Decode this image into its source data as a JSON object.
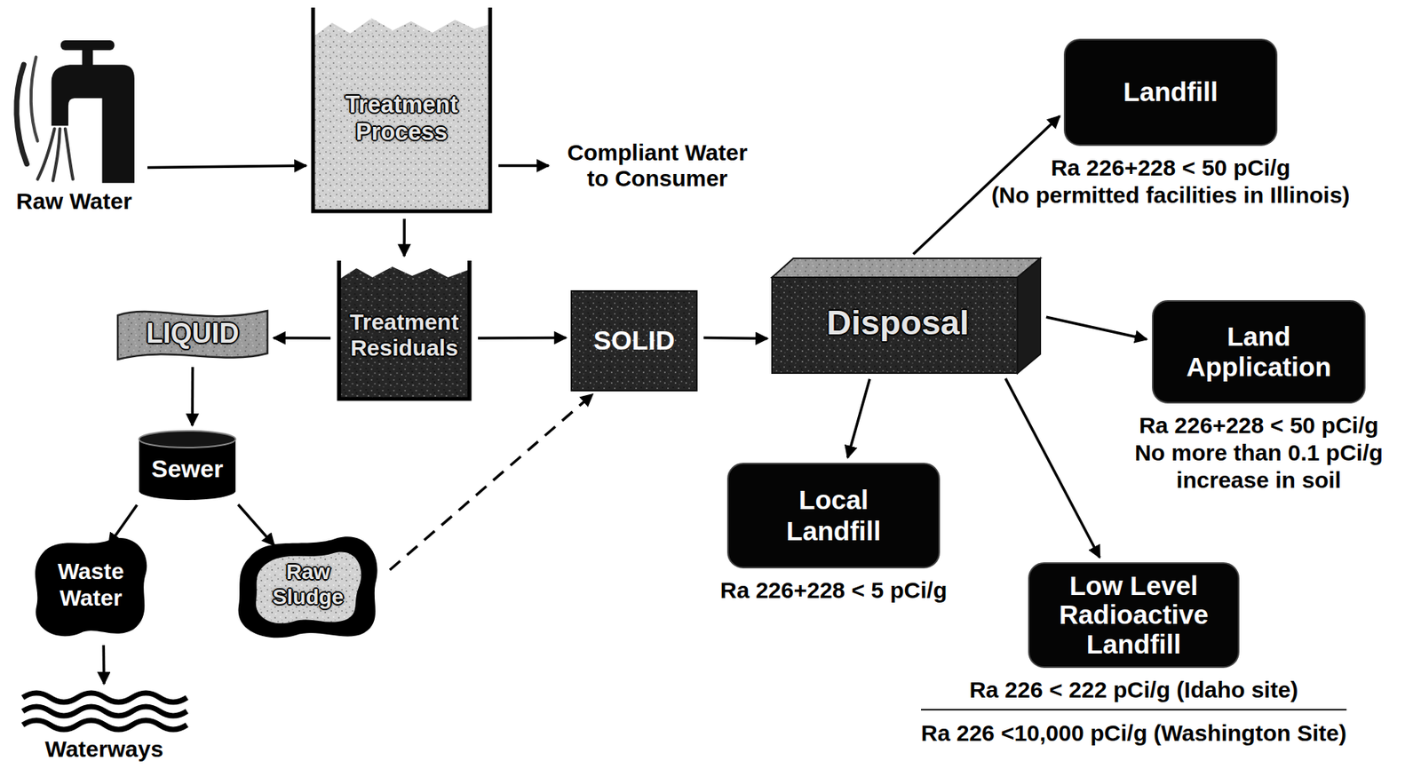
{
  "diagram": {
    "nodes": [
      {
        "text": [
          "Raw Water"
        ]
      },
      {
        "text": [
          "Treatment Process"
        ]
      },
      {
        "text": [
          "Compliant Water to Consumer"
        ]
      },
      {
        "text": [
          "Landfill",
          "Ra 226+228 < 50 pCi/g",
          "(No permitted facilities in Illinois)"
        ]
      },
      {
        "text": [
          "Treatment Residuals"
        ]
      },
      {
        "text": [
          "LIQUID"
        ]
      },
      {
        "text": [
          "SOLID"
        ]
      },
      {
        "text": [
          "Disposal"
        ]
      },
      {
        "text": [
          "Land Application",
          "Ra 226+228 < 50 pCi/g",
          "No more than 0.1 pCi/g increase in soil"
        ]
      },
      {
        "text": [
          "Sewer"
        ]
      },
      {
        "text": [
          "Local Landfill",
          "Ra 226+228 < 5 pCi/g"
        ]
      },
      {
        "text": [
          "Low Level Radioactive Landfill",
          "Ra 226 < 222 pCi/g (Idaho site)",
          "Ra 226 <10,000 pCi/g (Washington Site)"
        ]
      },
      {
        "text": [
          "Waste Water"
        ]
      },
      {
        "text": [
          "Raw Sludge"
        ]
      },
      {
        "text": [
          "Waterways"
        ]
      }
    ],
    "edges": [
      {
        "from": 0,
        "to": 1,
        "arrow": "to"
      },
      {
        "from": 1,
        "to": 2,
        "arrow": "to"
      },
      {
        "from": 1,
        "to": 4,
        "arrow": "to"
      },
      {
        "from": 4,
        "to": 5,
        "arrow": "to"
      },
      {
        "from": 4,
        "to": 6,
        "arrow": "to"
      },
      {
        "from": 5,
        "to": 9,
        "arrow": "to"
      },
      {
        "from": 9,
        "to": 12,
        "arrow": "to"
      },
      {
        "from": 9,
        "to": 13,
        "arrow": "to"
      },
      {
        "from": 12,
        "to": 14,
        "arrow": "to"
      },
      {
        "from": 13,
        "to": 6,
        "arrow": "to"
      },
      {
        "from": 6,
        "to": 7,
        "arrow": "to"
      },
      {
        "from": 7,
        "to": 3,
        "arrow": "to"
      },
      {
        "from": 7,
        "to": 8,
        "arrow": "to"
      },
      {
        "from": 7,
        "to": 10,
        "arrow": "to"
      },
      {
        "from": 7,
        "to": 11,
        "arrow": "to"
      }
    ]
  }
}
